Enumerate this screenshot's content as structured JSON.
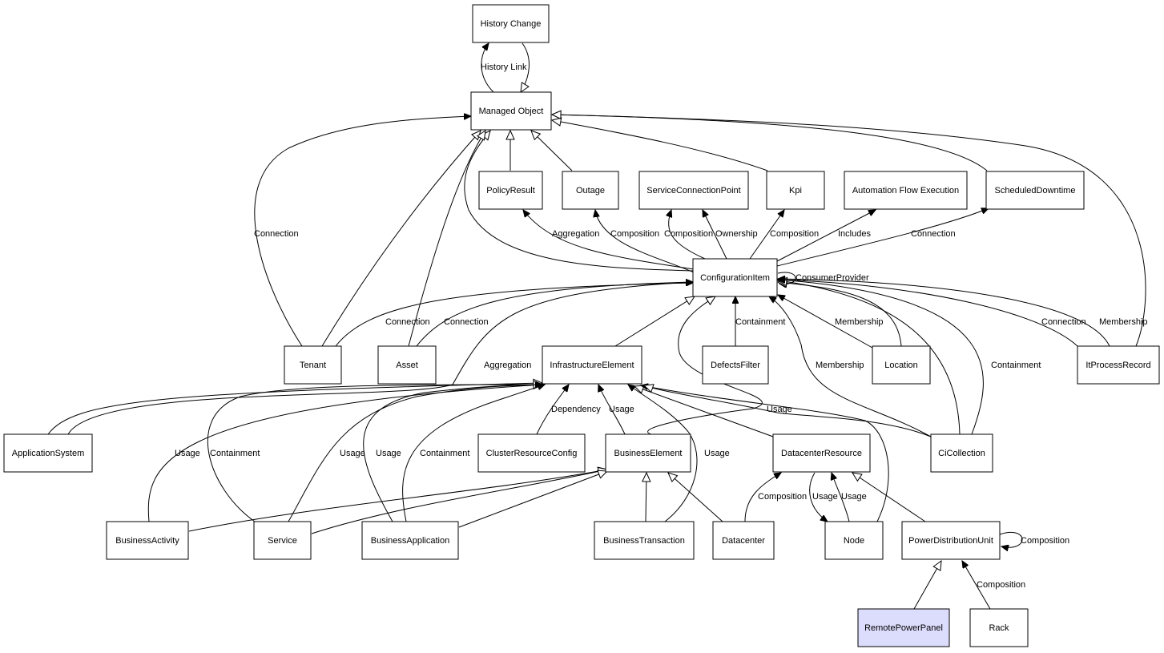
{
  "diagram": {
    "nodes": {
      "history_change": "History Change",
      "managed_object": "Managed Object",
      "policy_result": "PolicyResult",
      "outage": "Outage",
      "service_connection_point": "ServiceConnectionPoint",
      "kpi": "Kpi",
      "automation_flow_execution": "Automation Flow Execution",
      "scheduled_downtime": "ScheduledDowntime",
      "configuration_item": "ConfigurationItem",
      "tenant": "Tenant",
      "asset": "Asset",
      "infrastructure_element": "InfrastructureElement",
      "defects_filter": "DefectsFilter",
      "location": "Location",
      "it_process_record": "ItProcessRecord",
      "application_system": "ApplicationSystem",
      "cluster_resource_config": "ClusterResourceConfig",
      "business_element": "BusinessElement",
      "datacenter_resource": "DatacenterResource",
      "ci_collection": "CiCollection",
      "business_activity": "BusinessActivity",
      "service": "Service",
      "business_application": "BusinessApplication",
      "business_transaction": "BusinessTransaction",
      "datacenter": "Datacenter",
      "node": "Node",
      "power_distribution_unit": "PowerDistributionUnit",
      "remote_power_panel": "RemotePowerPanel",
      "rack": "Rack"
    },
    "edge_labels": {
      "history_link": "History Link",
      "mo_connection": "Connection",
      "aggregation_policy": "Aggregation",
      "composition_outage": "Composition",
      "composition_scp": "Composition",
      "ownership": "Ownership",
      "composition_kpi": "Composition",
      "includes": "Includes",
      "connection_sd": "Connection",
      "consumer_provider": "ConsumerProvider",
      "connection_tenant": "Connection",
      "connection_asset": "Connection",
      "aggregation_app": "Aggregation",
      "containment_df": "Containment",
      "membership_loc": "Membership",
      "membership_cc": "Membership",
      "containment_cc": "Containment",
      "connection_ipr": "Connection",
      "membership_ipr": "Membership",
      "usage_ba": "Usage",
      "containment_svc": "Containment",
      "usage_svc": "Usage",
      "usage_bapp": "Usage",
      "containment_bapp": "Containment",
      "dependency": "Dependency",
      "usage_be": "Usage",
      "usage_bt": "Usage",
      "usage_node_ie": "Usage",
      "composition_dc": "Composition",
      "usage_node_1": "Usage",
      "usage_node_2": "Usage",
      "composition_pdu": "Composition",
      "composition_rack": "Composition"
    },
    "colors": {
      "node_fill": "#ffffff",
      "highlight_fill": "#dcdcfc",
      "stroke": "#000000"
    }
  }
}
